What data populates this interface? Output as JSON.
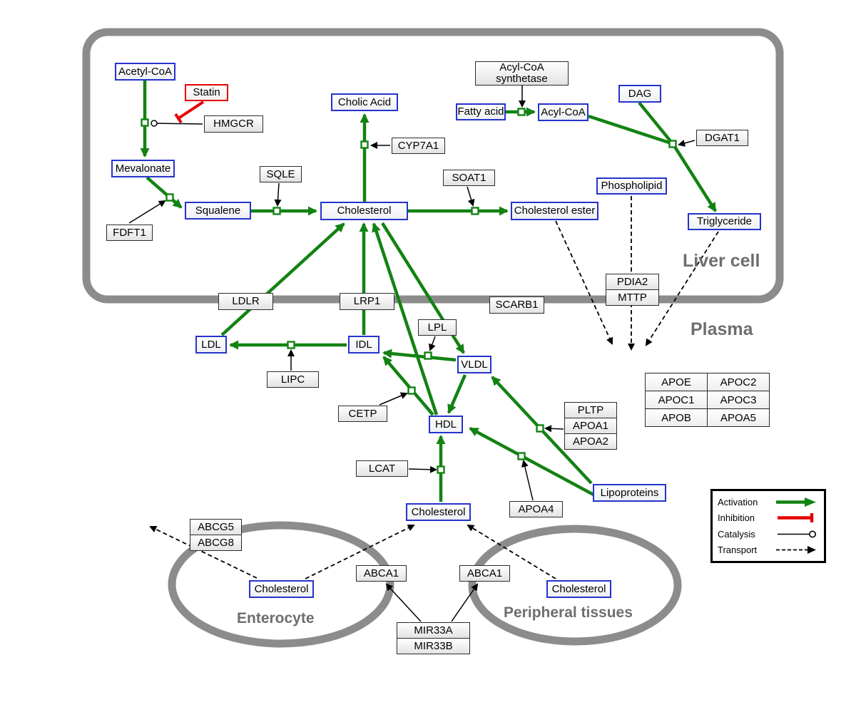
{
  "regions": {
    "liver_cell": "Liver cell",
    "plasma": "Plasma",
    "enterocyte": "Enterocyte",
    "peripheral_tissues": "Peripheral tissues"
  },
  "nodes": {
    "acetyl_coa": "Acetyl-CoA",
    "statin": "Statin",
    "hmgcr": "HMGCR",
    "mevalonate": "Mevalonate",
    "fdft1": "FDFT1",
    "squalene": "Squalene",
    "sqle": "SQLE",
    "cholesterol_liver": "Cholesterol",
    "cholic_acid": "Cholic Acid",
    "cyp7a1": "CYP7A1",
    "soat1": "SOAT1",
    "cholesterol_ester": "Cholesterol ester",
    "acyl_coa_synthetase": "Acyl-CoA synthetase",
    "fatty_acid": "Fatty acid",
    "acyl_coa": "Acyl-CoA",
    "dag": "DAG",
    "dgat1": "DGAT1",
    "phospholipid": "Phospholipid",
    "triglyceride": "Triglyceride",
    "ldlr": "LDLR",
    "lrp1": "LRP1",
    "scarb1": "SCARB1",
    "pdia2": "PDIA2",
    "mttp": "MTTP",
    "ldl": "LDL",
    "idl": "IDL",
    "vldl": "VLDL",
    "hdl": "HDL",
    "lpl": "LPL",
    "lipc": "LIPC",
    "cetp": "CETP",
    "lcat": "LCAT",
    "pltp": "PLTP",
    "apoa1": "APOA1",
    "apoa2": "APOA2",
    "apoa4": "APOA4",
    "lipoproteins": "Lipoproteins",
    "cholesterol_plasma": "Cholesterol",
    "abcg5": "ABCG5",
    "abcg8": "ABCG8",
    "cholesterol_enterocyte": "Cholesterol",
    "abca1_enterocyte": "ABCA1",
    "abca1_peripheral": "ABCA1",
    "cholesterol_peripheral": "Cholesterol",
    "mir33a": "MIR33A",
    "mir33b": "MIR33B"
  },
  "apo_table": {
    "rows": [
      [
        "APOE",
        "APOC2"
      ],
      [
        "APOC1",
        "APOC3"
      ],
      [
        "APOB",
        "APOA5"
      ]
    ]
  },
  "legend": {
    "activation": "Activation",
    "inhibition": "Inhibition",
    "catalysis": "Catalysis",
    "transport": "Transport"
  },
  "colors": {
    "activation_green": "#128212",
    "inhibition_red": "#e50000",
    "metabolite_border_blue": "#2533cc",
    "membrane_gray": "#8c8c8c",
    "region_label_gray": "#6e6e6e"
  }
}
